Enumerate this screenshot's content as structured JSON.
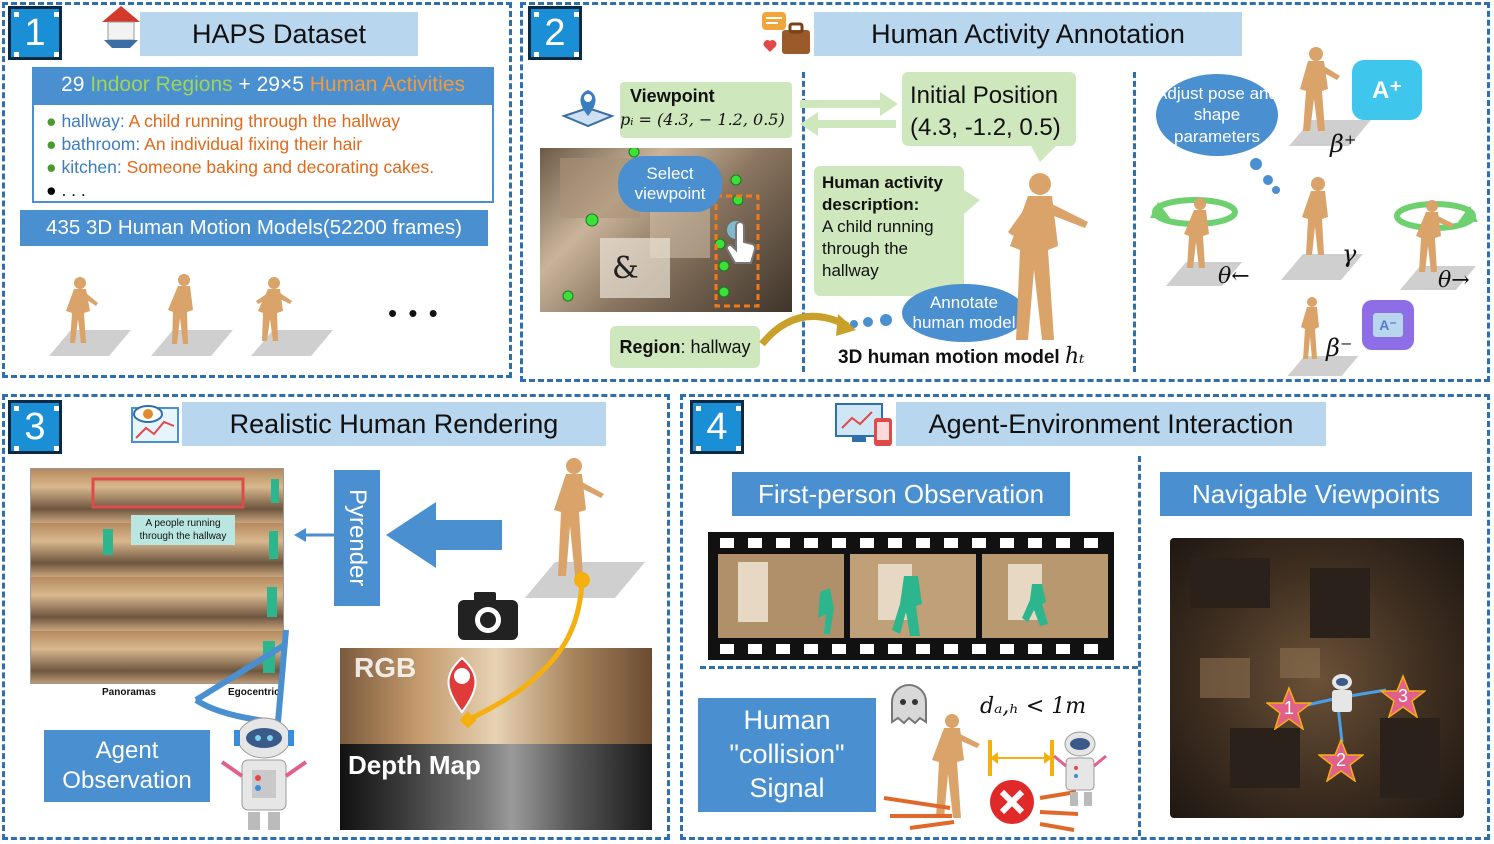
{
  "panel1": {
    "number": "1",
    "title": "HAPS Dataset",
    "stats_prefix": "29 ",
    "stats_regions": "Indoor Regions",
    "stats_mid": " + 29×5 ",
    "stats_activities": "Human Activities",
    "items": [
      {
        "region": "hallway:",
        "activity": "A child running through the hallway"
      },
      {
        "region": "bathroom:",
        "activity": "An individual fixing their hair"
      },
      {
        "region": "kitchen:",
        "activity": "Someone baking and decorating cakes."
      }
    ],
    "ellipsis_item": ". . .",
    "models_label": "435 3D Human Motion Models(52200 frames)",
    "more_dots": "• • •"
  },
  "panel2": {
    "number": "2",
    "title": "Human Activity Annotation",
    "viewpoint_label": "Viewpoint",
    "viewpoint_formula": "pᵢ = (4.3, − 1.2, 0.5)",
    "select_viewpoint": "Select viewpoint",
    "initial_position_label": "Initial Position",
    "initial_position_value": "(4.3, -1.2, 0.5)",
    "desc_label": "Human activity description:",
    "desc_text": "A child running through the hallway",
    "annotate": "Annotate human model",
    "region_label": "Region",
    "region_value": ": hallway",
    "model_label": "3D human motion model",
    "model_symbol": "hₜ",
    "adjust": "Adjust pose and shape parameters",
    "beta_plus": "β⁺",
    "beta_minus": "β⁻",
    "theta_left": "θ←",
    "theta_right": "θ→",
    "gamma": "γ",
    "a_plus": "A⁺",
    "a_minus": "A⁻"
  },
  "panel3": {
    "number": "3",
    "title": "Realistic Human Rendering",
    "pyrender": "Pyrender",
    "caption_line1": "A people running",
    "caption_line2": "through the hallway",
    "panoramas": "Panoramas",
    "egocentric": "Egocentric",
    "agent_obs": "Agent Observation",
    "rgb": "RGB",
    "depth": "Depth Map"
  },
  "panel4": {
    "number": "4",
    "title": "Agent-Environment Interaction",
    "first_person": "First-person Observation",
    "navigable": "Navigable Viewpoints",
    "collision": "Human \"collision\" Signal",
    "distance": "dₐ,ₕ < 1m",
    "vp1": "1",
    "vp2": "2",
    "vp3": "3"
  },
  "colors": {
    "panel_border": "#2e6fb0",
    "title_bar": "#b9d6ef",
    "blue_box": "#4a8fd0",
    "green_bubble": "#cfe7bd",
    "regions_green": "#9fd35a",
    "activities_orange": "#f39a3b",
    "activity_text": "#e0691a",
    "human_skin": "#d9a36a",
    "human_green": "#2db58e"
  }
}
